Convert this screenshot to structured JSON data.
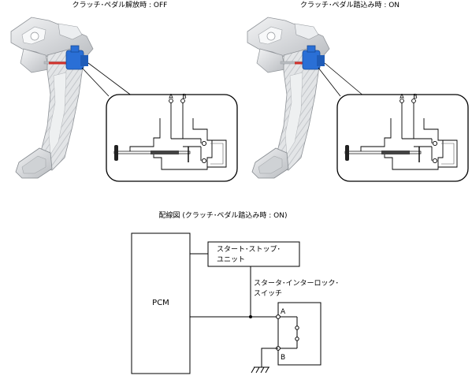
{
  "top": {
    "left_caption": "クラッチ･ペダル解放時 : OFF",
    "right_caption": "クラッチ･ペダル踏込み時 : ON",
    "terminal_a": "A",
    "terminal_b": "B"
  },
  "wiring": {
    "title": "配線図 (クラッチ･ペダル踏込み時 : ON)",
    "pcm_label": "PCM",
    "unit_line1": "スタート･ストップ･",
    "unit_line2": "ユニット",
    "switch_line1": "スタータ･インターロック･",
    "switch_line2": "スイッチ",
    "terminal_a": "A",
    "terminal_b": "B"
  },
  "colors": {
    "switch_body": "#2a6fd6",
    "switch_pin": "#d0302a",
    "pedal_metal": "#d9dbde"
  }
}
